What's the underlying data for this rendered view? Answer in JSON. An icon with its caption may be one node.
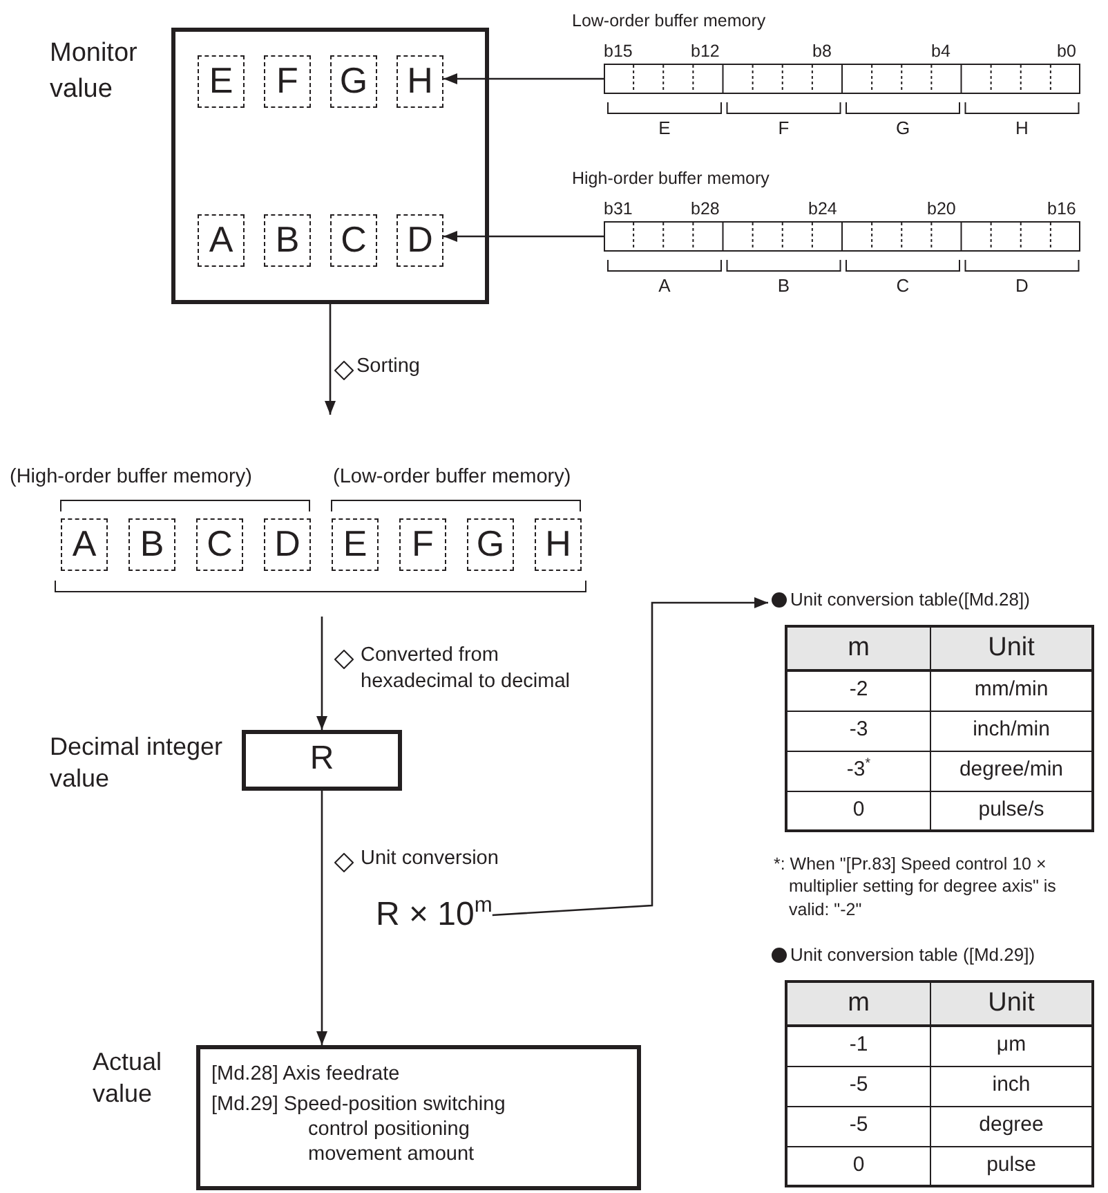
{
  "diagram": {
    "nodes": [
      {
        "text": [
          "Monitor value"
        ]
      },
      {
        "text": [
          "E"
        ],
        "in": 0
      },
      {
        "text": [
          "F"
        ],
        "in": 0
      },
      {
        "text": [
          "G"
        ],
        "in": 0
      },
      {
        "text": [
          "H"
        ],
        "in": 0
      },
      {
        "text": [
          "A"
        ],
        "in": 0
      },
      {
        "text": [
          "B"
        ],
        "in": 0
      },
      {
        "text": [
          "C"
        ],
        "in": 0
      },
      {
        "text": [
          "D"
        ],
        "in": 0
      },
      {
        "text": [
          "Low-order buffer memory"
        ],
        "beside": [
          "b15",
          "b12",
          "b8",
          "b4",
          "b0"
        ]
      },
      {
        "text": [
          "High-order buffer memory"
        ],
        "beside": [
          "b31",
          "b28",
          "b24",
          "b20",
          "b16"
        ]
      },
      {
        "text": [
          "A"
        ]
      },
      {
        "text": [
          "B"
        ]
      },
      {
        "text": [
          "C"
        ]
      },
      {
        "text": [
          "D"
        ]
      },
      {
        "text": [
          "E"
        ]
      },
      {
        "text": [
          "F"
        ]
      },
      {
        "text": [
          "G"
        ]
      },
      {
        "text": [
          "H"
        ]
      },
      {
        "text": [
          "Decimal integer value",
          "R"
        ]
      },
      {
        "text": [
          "Actual value",
          "[Md.28] Axis feedrate",
          "[Md.29] Speed-position switching control positioning movement amount"
        ]
      },
      {
        "text": [
          "R × 10$^{m}$"
        ]
      },
      {
        "text": [
          "Unit conversion table([Md.28])"
        ]
      },
      {
        "text": [
          "Unit conversion table ([Md.29])"
        ]
      }
    ],
    "edges": [
      {
        "from": 0,
        "to": null,
        "arrow": "to",
        "label": "Sorting"
      },
      {
        "from": null,
        "to": 19,
        "arrow": "to",
        "label": "Converted from hexadecimal to decimal"
      },
      {
        "from": 19,
        "to": 20,
        "arrow": "to",
        "label": "Unit conversion"
      },
      {
        "from": 9,
        "to": 4,
        "arrow": "to"
      },
      {
        "from": 10,
        "to": 8,
        "arrow": "to"
      },
      {
        "from": 21,
        "to": 22,
        "arrow": "to"
      }
    ],
    "labels": [
      "E",
      "F",
      "G",
      "H",
      "A",
      "B",
      "C",
      "D",
      "(High-order buffer memory)",
      "(Low-order buffer memory)",
      "m",
      "Unit",
      "-2",
      "mm/min",
      "-3",
      "inch/min",
      "-3$^{*}$",
      "degree/min",
      "0",
      "pulse/s",
      "*: When \"[Pr.83] Speed control 10 × multiplier setting for degree axis\" is valid: \"-2\"",
      "m",
      "Unit",
      "-1",
      "μm",
      "-5",
      "inch",
      "-5",
      "degree",
      "0",
      "pulse"
    ]
  }
}
